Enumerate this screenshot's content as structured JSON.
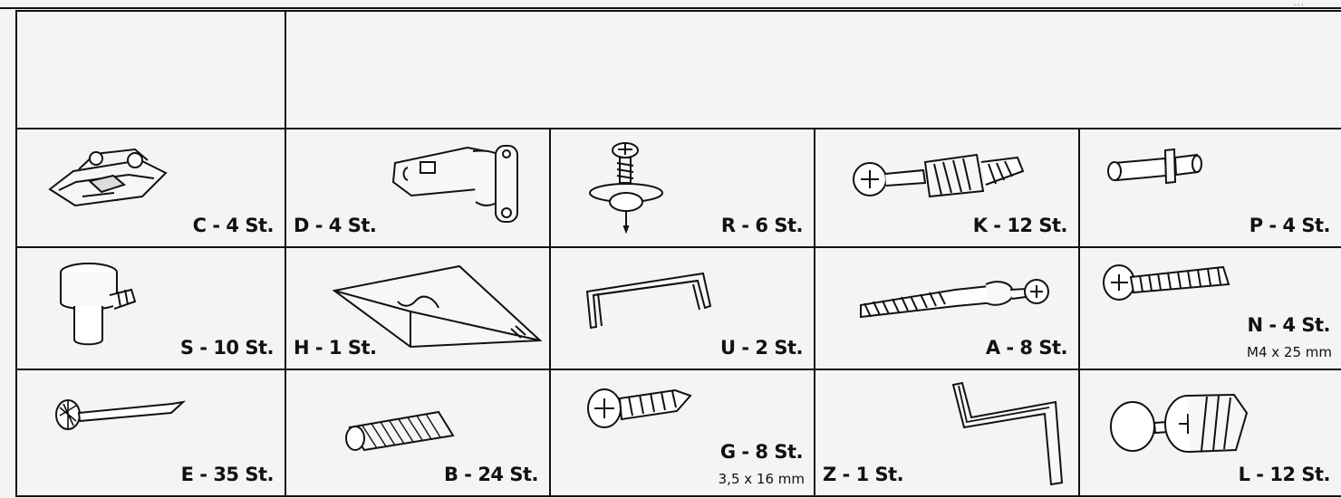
{
  "header_partial_text": "...",
  "parts": {
    "C": {
      "label": "C - 4 St.",
      "icon": "cabinet-hinge-base-plate-icon"
    },
    "D": {
      "label": "D - 4 St.",
      "icon": "cabinet-hinge-arm-icon"
    },
    "R": {
      "label": "R - 6 St.",
      "icon": "screw-with-washer-icon"
    },
    "K": {
      "label": "K - 12 St.",
      "icon": "cam-bolt-connector-icon"
    },
    "P": {
      "label": "P - 4 St.",
      "icon": "plug-pin-icon"
    },
    "S": {
      "label": "S - 10 St.",
      "icon": "shelf-support-clip-icon"
    },
    "H": {
      "label": "H - 1 St.",
      "icon": "plastic-profile-strip-icon"
    },
    "U": {
      "label": "U - 2 St.",
      "icon": "u-bracket-icon"
    },
    "A": {
      "label": "A - 8 St.",
      "icon": "connector-screw-with-cap-icon"
    },
    "N": {
      "label": "N - 4 St.",
      "sub": "M4 x 25 mm",
      "icon": "machine-screw-icon"
    },
    "E": {
      "label": "E - 35 St.",
      "icon": "nail-icon"
    },
    "B": {
      "label": "B - 24 St.",
      "icon": "wooden-dowel-icon"
    },
    "G": {
      "label": "G - 8 St.",
      "sub": "3,5 x 16 mm",
      "icon": "wood-screw-icon"
    },
    "Z": {
      "label": "Z - 1 St.",
      "icon": "hex-key-icon"
    },
    "L": {
      "label": "L - 12 St.",
      "icon": "cam-lock-with-cap-icon"
    }
  }
}
